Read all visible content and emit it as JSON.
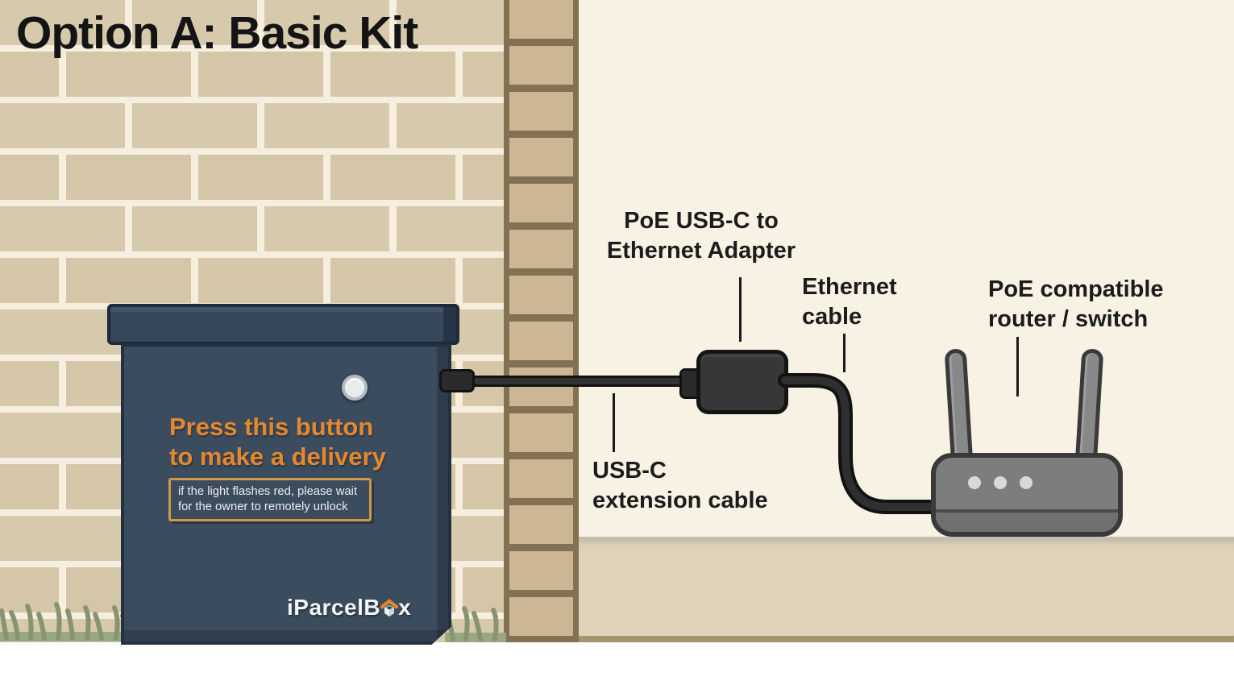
{
  "title": "Option A: Basic Kit",
  "labels": {
    "adapter": {
      "line1": "PoE USB-C to",
      "line2": "Ethernet Adapter"
    },
    "ethernet_cable": {
      "line1": "Ethernet",
      "line2": "cable"
    },
    "router": {
      "line1": "PoE compatible",
      "line2": "router / switch"
    },
    "usbc_cable": {
      "line1": "USB-C",
      "line2": "extension cable"
    }
  },
  "parcel_box": {
    "cta_line1": "Press this button",
    "cta_line2": "to make a delivery",
    "note_line1": "if the light flashes red, please wait",
    "note_line2": "for the owner to remotely unlock",
    "logo_prefix": "iParcelB",
    "logo_suffix": "x"
  },
  "colors": {
    "accent_orange": "#e2892f",
    "box_navy": "#3c4c5f",
    "brick_beige": "#d7caac",
    "mortar_white": "#f6efe0",
    "corner_brick_tan": "#cdb694",
    "interior_wall_cream": "#f7f2e3",
    "floor_beige": "#ded3b9",
    "cable_black": "#262626",
    "router_gray": "#7d7d7d",
    "grass_green": "#9aa784",
    "label_text": "#1c1c1c",
    "note_border_gold": "#cf9a45"
  }
}
